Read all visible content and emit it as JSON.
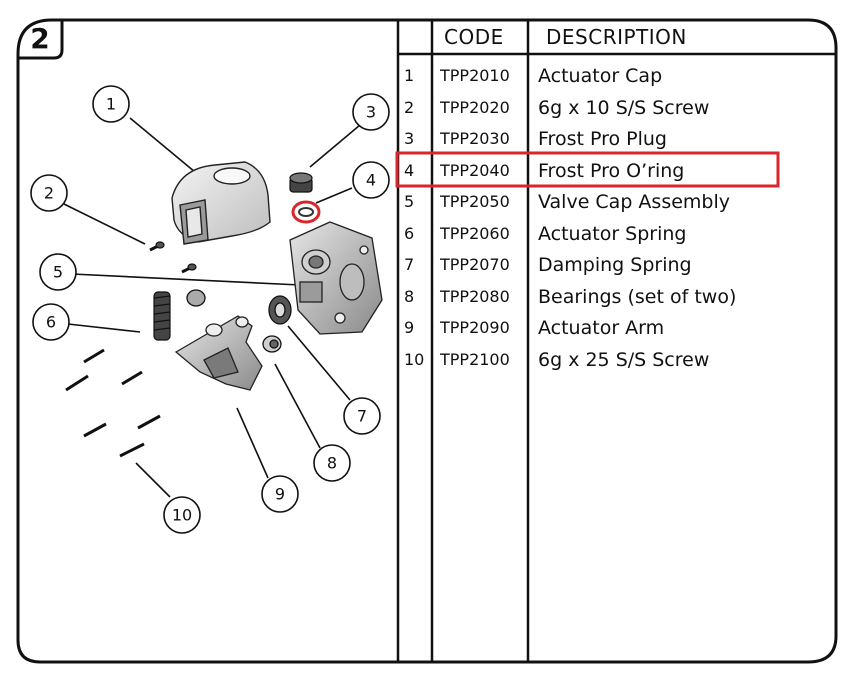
{
  "section": {
    "number": "2"
  },
  "table": {
    "headers": {
      "code": "CODE",
      "description": "DESCRIPTION"
    },
    "rows": [
      {
        "num": "1",
        "code": "TPP2010",
        "description": "Actuator Cap"
      },
      {
        "num": "2",
        "code": "TPP2020",
        "description": "6g x 10 S/S Screw"
      },
      {
        "num": "3",
        "code": "TPP2030",
        "description": "Frost Pro Plug"
      },
      {
        "num": "4",
        "code": "TPP2040",
        "description": "Frost Pro O’ring"
      },
      {
        "num": "5",
        "code": "TPP2050",
        "description": "Valve Cap Assembly"
      },
      {
        "num": "6",
        "code": "TPP2060",
        "description": "Actuator Spring"
      },
      {
        "num": "7",
        "code": "TPP2070",
        "description": "Damping Spring"
      },
      {
        "num": "8",
        "code": "TPP2080",
        "description": "Bearings (set of two)"
      },
      {
        "num": "9",
        "code": "TPP2090",
        "description": "Actuator Arm"
      },
      {
        "num": "10",
        "code": "TPP2100",
        "description": "6g x 25 S/S Screw"
      }
    ],
    "highlighted_row": 4,
    "highlight_color": "#d9262c"
  },
  "callouts": [
    "1",
    "2",
    "3",
    "4",
    "5",
    "6",
    "7",
    "8",
    "9",
    "10"
  ]
}
